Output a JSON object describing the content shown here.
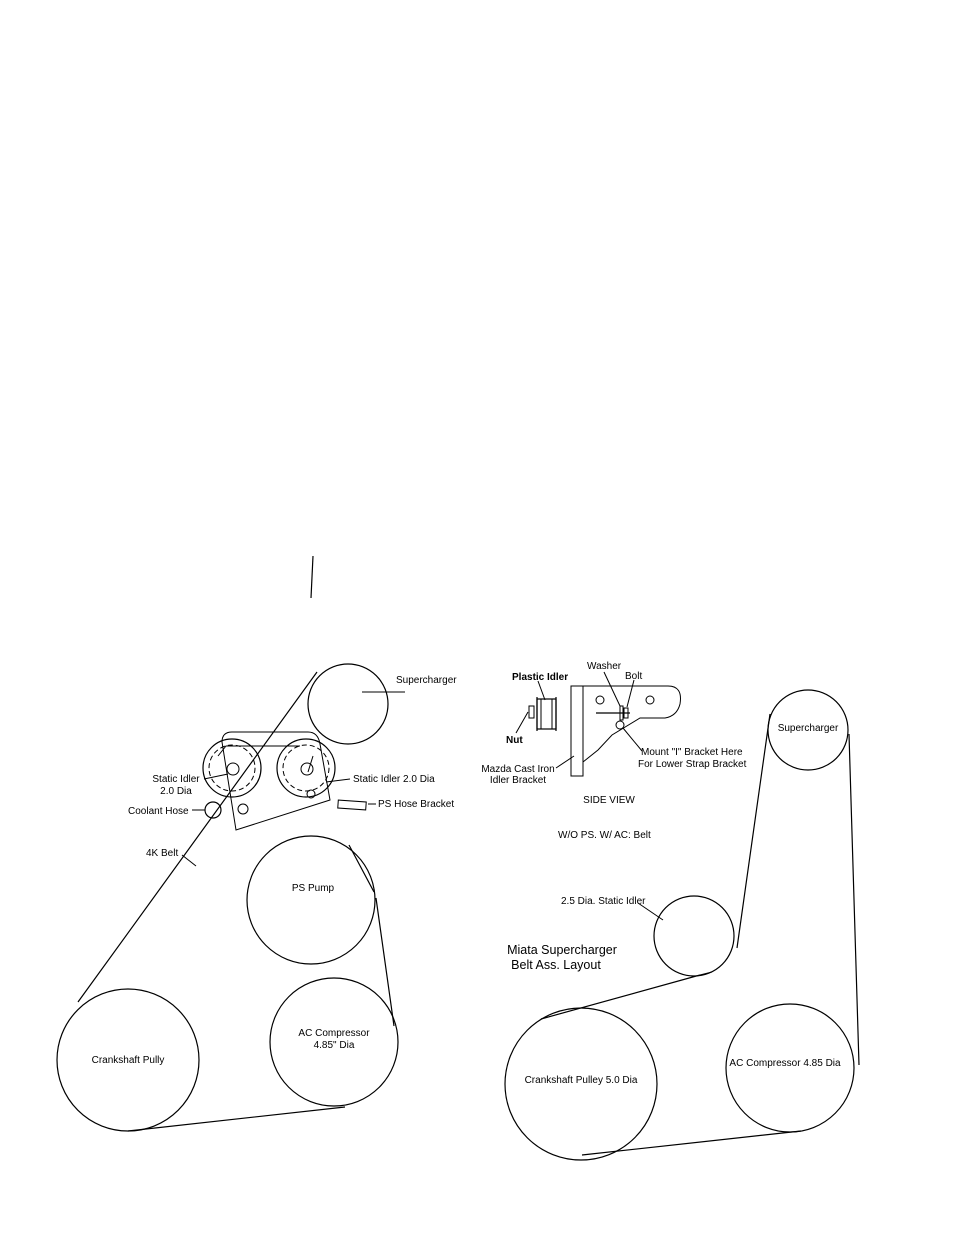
{
  "left_diagram": {
    "supercharger": "Supercharger",
    "static_idler_left_line1": "Static Idler",
    "static_idler_left_line2": "2.0 Dia",
    "static_idler_right": "Static Idler  2.0 Dia",
    "coolant_hose": "Coolant Hose",
    "ps_hose_bracket": "PS Hose Bracket",
    "belt": "4K Belt",
    "ps_pump": "PS Pump",
    "ac_compressor_line1": "AC Compressor",
    "ac_compressor_line2": "4.85\" Dia",
    "crankshaft": "Crankshaft Pully"
  },
  "side_view": {
    "plastic_idler": "Plastic Idler",
    "washer": "Washer",
    "bolt": "Bolt",
    "nut": "Nut",
    "mount_line1": "Mount \"I\" Bracket Here",
    "mount_line2": "For Lower Strap Bracket",
    "mazda_line1": "Mazda Cast Iron",
    "mazda_line2": "Idler Bracket",
    "caption": "SIDE VIEW"
  },
  "right_diagram": {
    "heading": "W/O PS. W/ AC:  Belt",
    "supercharger": "Supercharger",
    "static_idler": "2.5 Dia. Static Idler",
    "title_line1": "Miata Supercharger",
    "title_line2": "Belt  Ass. Layout",
    "crankshaft": "Crankshaft Pulley  5.0 Dia",
    "ac_compressor": "AC Compressor  4.85 Dia"
  }
}
